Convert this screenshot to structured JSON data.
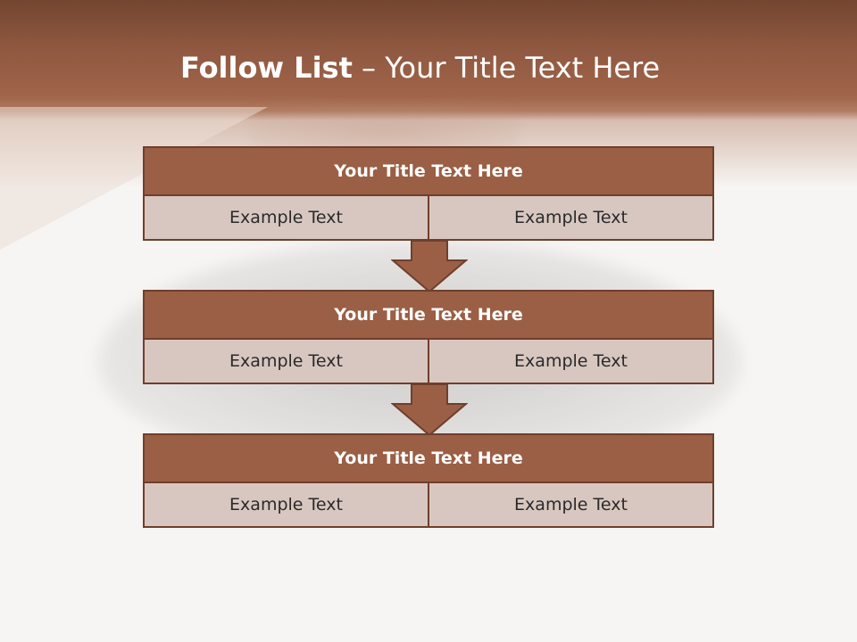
{
  "header": {
    "title_bold": "Follow List",
    "title_rest": " – Your Title Text Here"
  },
  "stages": [
    {
      "title": "Your Title Text Here",
      "cells": [
        "Example Text",
        "Example Text"
      ]
    },
    {
      "title": "Your Title Text Here",
      "cells": [
        "Example Text",
        "Example Text"
      ]
    },
    {
      "title": "Your Title Text Here",
      "cells": [
        "Example Text",
        "Example Text"
      ]
    }
  ],
  "colors": {
    "accent": "#9a5f45",
    "border": "#6f3f2c",
    "cell_fill": "#d8c7c0"
  }
}
